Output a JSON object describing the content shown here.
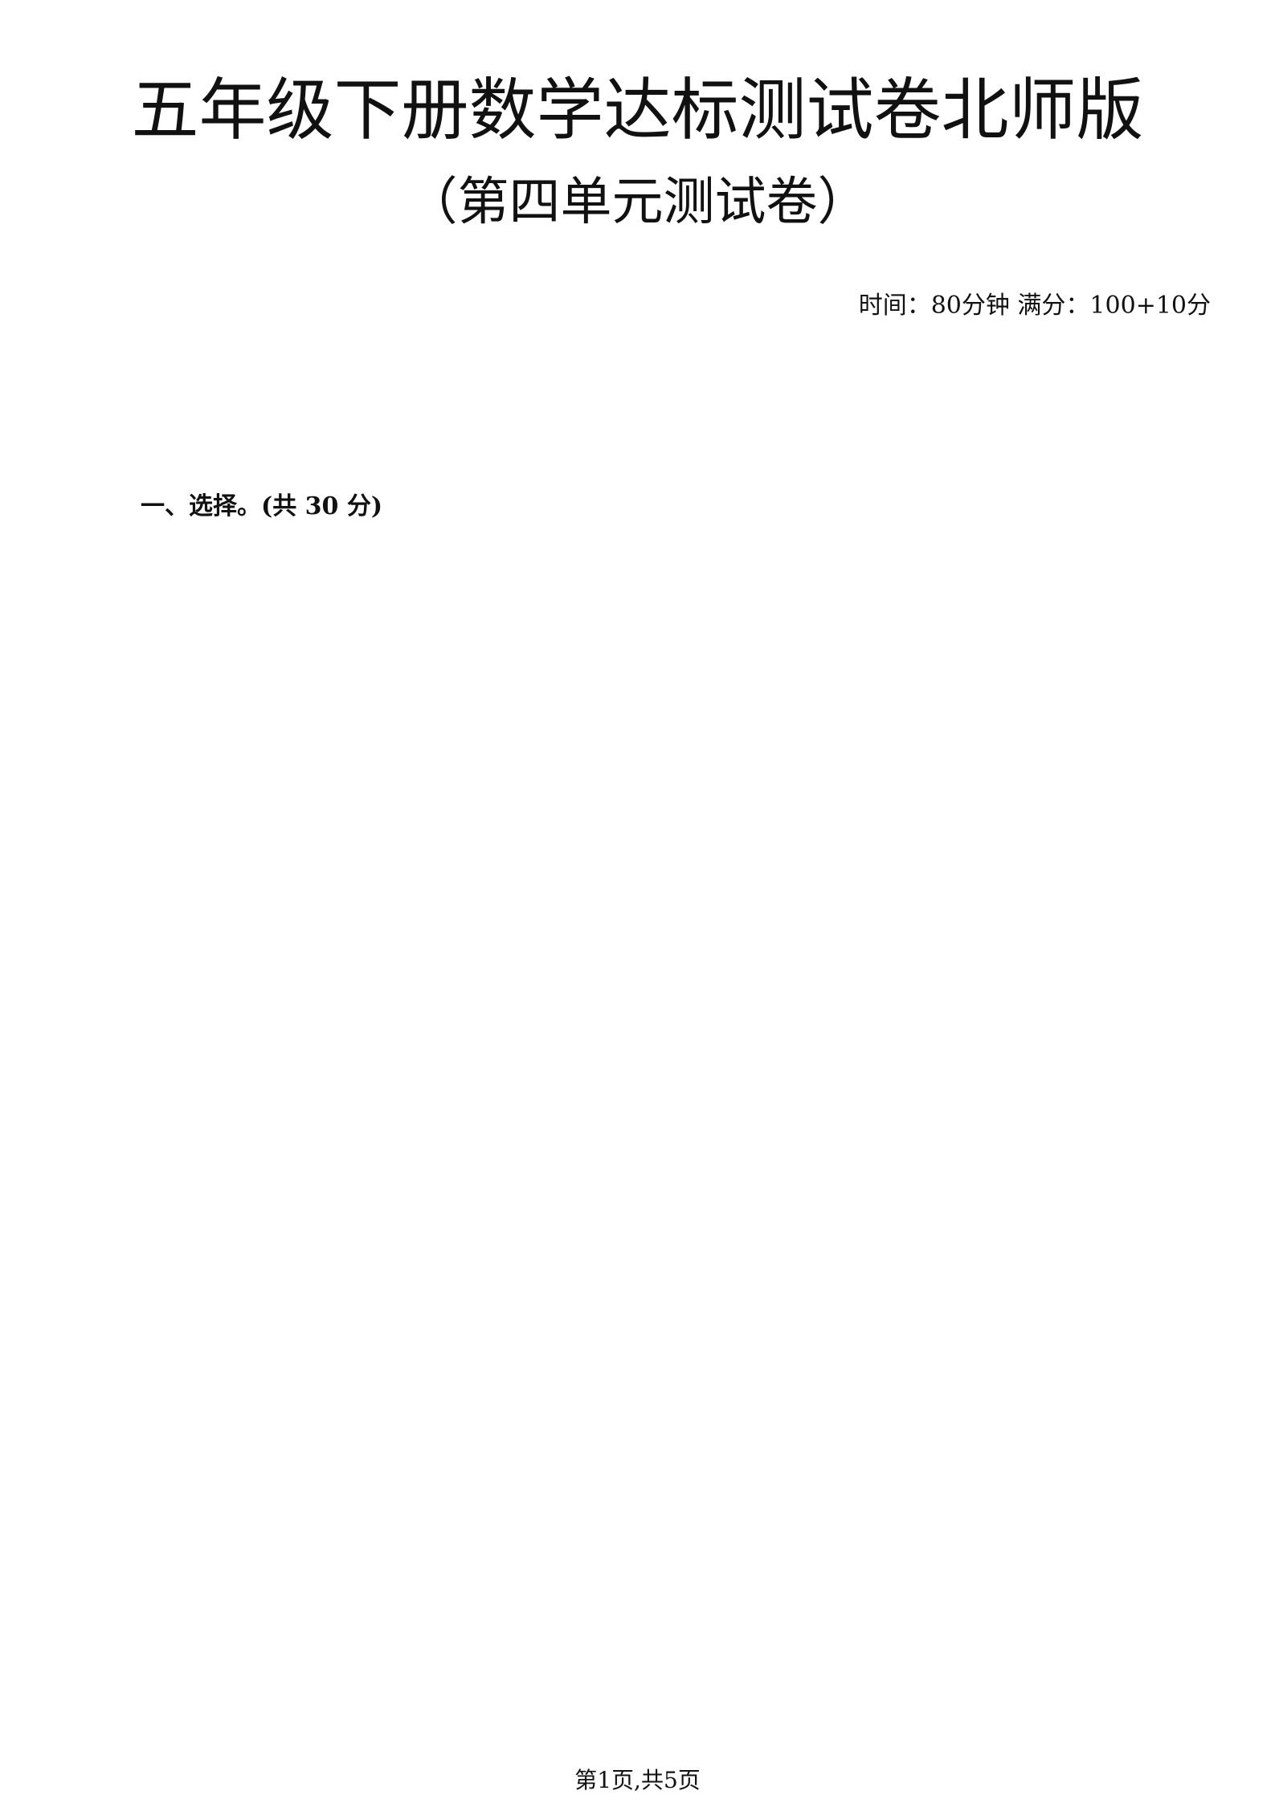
{
  "title": "五年级下册数学达标测试卷北师版",
  "subtitle": "（第四单元测试卷）",
  "meta": "时间：80分钟  满分：100+10分",
  "section1": "一、选择。(共 30 分)",
  "footer": "第1页,共5页"
}
